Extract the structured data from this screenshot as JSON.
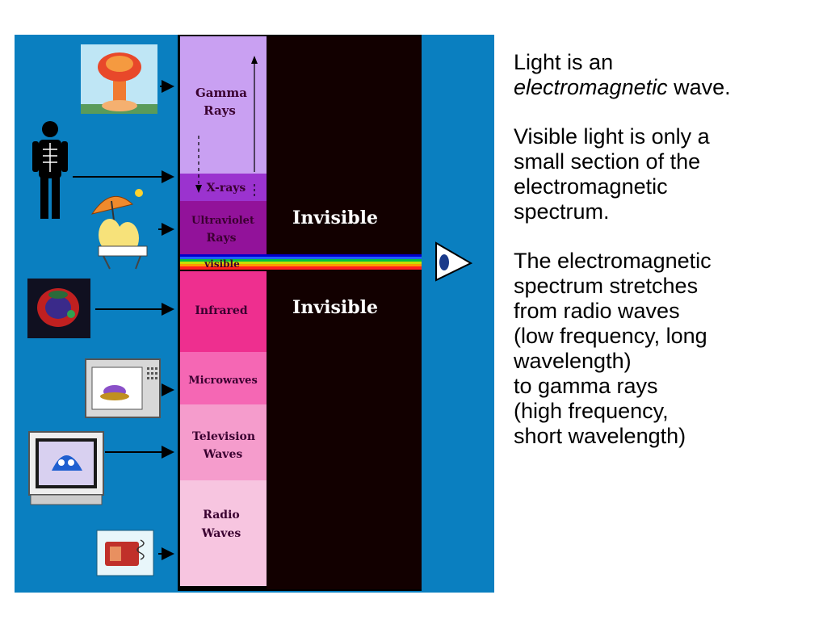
{
  "figure": {
    "colors": {
      "background": "#0a7fc0",
      "invisible_column": "#120000",
      "gamma": "#c9a0f2",
      "xray": "#9b33cf",
      "ultraviolet": "#92129a",
      "infrared": "#ee2f8f",
      "microwave": "#f567b4",
      "television": "#f59ccc",
      "radio": "#f7c5e0"
    },
    "bands": {
      "gamma": {
        "line1": "Gamma",
        "line2": "Rays"
      },
      "xray": {
        "line1": "X-rays"
      },
      "ultraviolet": {
        "line1": "Ultraviolet",
        "line2": "Rays"
      },
      "visible": {
        "line1": "visible"
      },
      "infrared": {
        "line1": "Infrared"
      },
      "microwave": {
        "line1": "Microwaves"
      },
      "television": {
        "line1": "Television",
        "line2": "Waves"
      },
      "radio": {
        "line1": "Radio",
        "line2": "Waves"
      }
    },
    "invisible_top": "Invisible",
    "invisible_bottom": "Invisible",
    "icons": [
      "mushroom-cloud-icon",
      "xray-person-icon",
      "sunbathers-icon",
      "infrared-image-icon",
      "microwave-oven-icon",
      "television-icon",
      "radio-icon",
      "eye-icon"
    ]
  },
  "text": {
    "p1_line1": "Light is an",
    "p1_em": "electromagnetic",
    "p1_rest": " wave.",
    "p2_lines": [
      "Visible light  is only a",
      "small section of the",
      "electromagnetic",
      "spectrum."
    ],
    "p3_lines": [
      "The electromagnetic",
      "spectrum stretches",
      "from radio waves",
      "(low frequency, long",
      "wavelength)",
      "to gamma rays",
      "(high frequency,",
      "short wavelength)"
    ]
  }
}
